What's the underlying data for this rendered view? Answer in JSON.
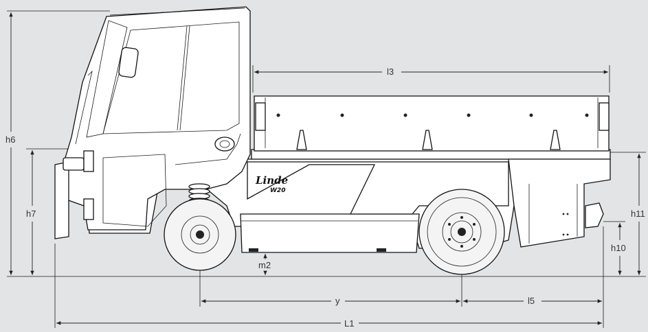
{
  "dimensions": {
    "h6": "h6",
    "h7": "h7",
    "l3": "l3",
    "m2": "m2",
    "y": "y",
    "l5": "l5",
    "l1": "L1",
    "h11": "h11",
    "h10": "h10"
  },
  "branding": {
    "logo": "Linde",
    "model": "W20"
  },
  "colors": {
    "background": "#e3e4e5",
    "vehicle": "#ffffff",
    "line": "#111111"
  }
}
